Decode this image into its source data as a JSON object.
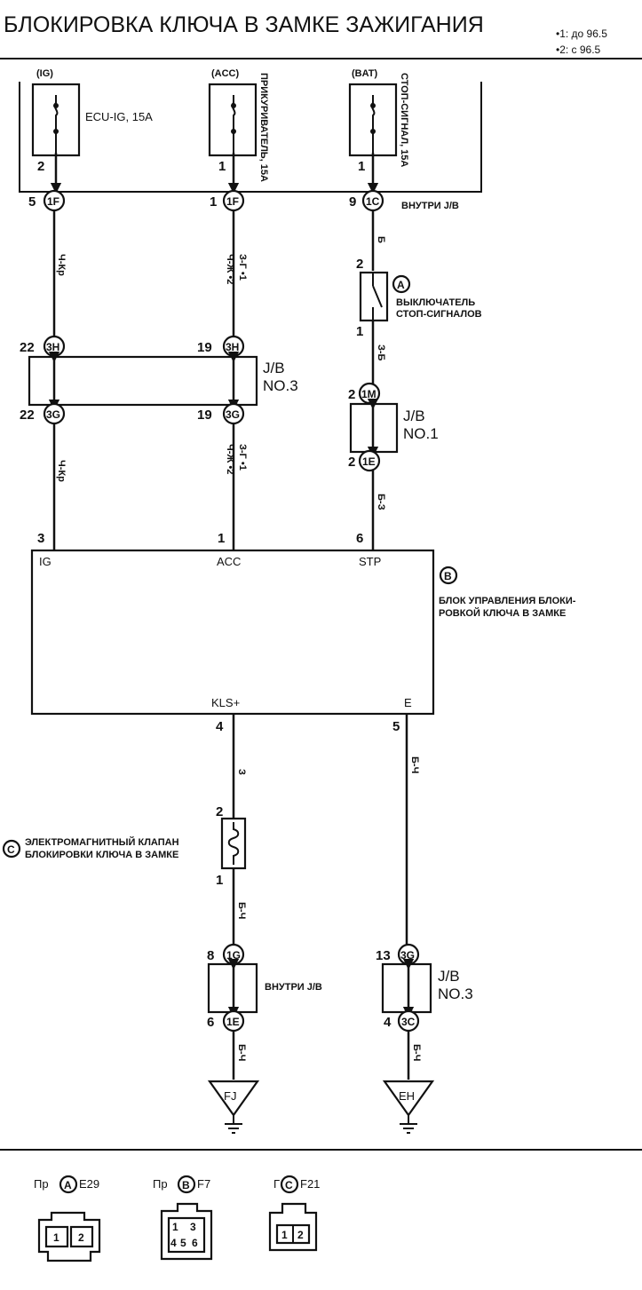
{
  "title": "БЛОКИРОВКА КЛЮЧА В ЗАМКЕ ЗАЖИГАНИЯ",
  "notes": [
    "•1: до 96.5",
    "•2: с 96.5"
  ],
  "fuses": [
    {
      "source": "(IG)",
      "label": "ECU-IG, 15A",
      "pin": "2",
      "connector": "1F",
      "connector_pin": "5"
    },
    {
      "source": "(ACC)",
      "label": "ПРИКУРИВАТЕЛЬ, 15A",
      "pin": "1",
      "connector": "1F",
      "connector_pin": "1"
    },
    {
      "source": "(BAT)",
      "label": "СТОП-СИГНАЛ, 15A",
      "pin": "1",
      "connector": "1C",
      "connector_pin": "9"
    }
  ],
  "inside_jb_top": "ВНУТРИ J/B",
  "inside_jb_bottom": "ВНУТРИ J/B",
  "wires": {
    "ig_top": "Ч-Кр",
    "acc_top_1": "З-Г •1",
    "acc_top_2": "Ч-Ж •2",
    "stp_top": "Б",
    "stp_mid": "З-Б",
    "ig_bottom": "Ч-Кр",
    "acc_bottom_1": "З-Г •1",
    "acc_bottom_2": "Ч-Ж •2",
    "stp_bottom": "Б-З",
    "kls": "З",
    "e": "Б-Ч",
    "sol_out": "Б-Ч",
    "ground_fj": "Б-Ч",
    "ground_eh": "Б-Ч"
  },
  "jb3_top": {
    "label_1": "J/B",
    "label_2": "NO.3",
    "left_pin": "22",
    "left_conn": "3H",
    "right_pin": "19",
    "right_conn": "3H"
  },
  "jb3_bottom": {
    "left_pin": "22",
    "left_conn": "3G",
    "right_pin": "19",
    "right_conn": "3G"
  },
  "stop_switch": {
    "marker": "A",
    "label_1": "ВЫКЛЮЧАТЕЛЬ",
    "label_2": "СТОП-СИГНАЛОВ",
    "pin_top": "2",
    "pin_bottom": "1"
  },
  "jb1": {
    "label_1": "J/B",
    "label_2": "NO.1",
    "top_pin": "2",
    "top_conn": "1M",
    "bottom_pin": "2",
    "bottom_conn": "1E"
  },
  "ecu": {
    "marker": "B",
    "label_1": "БЛОК УПРАВЛЕНИЯ БЛОКИ-",
    "label_2": "РОВКОЙ КЛЮЧА В ЗАМКЕ",
    "pins_top": [
      {
        "num": "3",
        "name": "IG"
      },
      {
        "num": "1",
        "name": "ACC"
      },
      {
        "num": "6",
        "name": "STP"
      }
    ],
    "pins_bottom": [
      {
        "num": "4",
        "name": "KLS+"
      },
      {
        "num": "5",
        "name": "E"
      }
    ]
  },
  "solenoid": {
    "marker": "C",
    "label_1": "ЭЛЕКТРОМАГНИТНЫЙ КЛАПАН",
    "label_2": "БЛОКИРОВКИ КЛЮЧА В ЗАМКЕ",
    "pin_top": "2",
    "pin_bottom": "1"
  },
  "jb_inner_bottom": {
    "top_pin": "8",
    "top_conn": "1G",
    "bottom_pin": "6",
    "bottom_conn": "1E"
  },
  "jb3_ground": {
    "label_1": "J/B",
    "label_2": "NO.3",
    "top_pin": "13",
    "top_conn": "3G",
    "bottom_pin": "4",
    "bottom_conn": "3C"
  },
  "grounds": [
    "FJ",
    "EH"
  ],
  "connectors": [
    {
      "prefix": "Пр",
      "marker": "A",
      "code": "E29",
      "pins": [
        "1",
        "2"
      ]
    },
    {
      "prefix": "Пр",
      "marker": "B",
      "code": "F7",
      "pins": [
        "1",
        "3",
        "4",
        "5",
        "6"
      ]
    },
    {
      "prefix": "Г",
      "marker": "C",
      "code": "F21",
      "pins": [
        "1",
        "2"
      ]
    }
  ]
}
